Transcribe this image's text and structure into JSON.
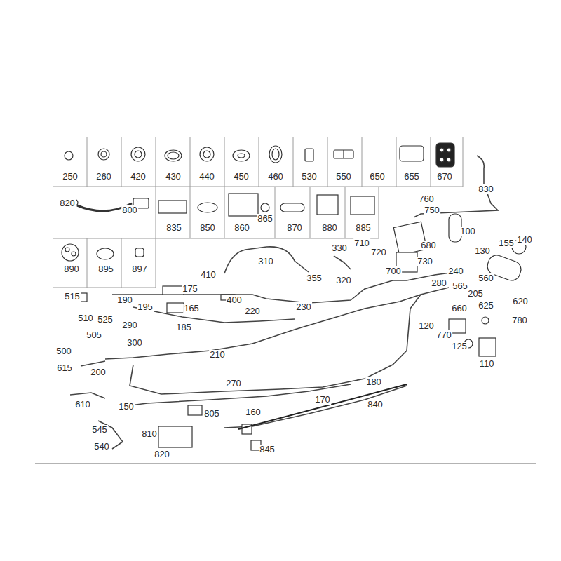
{
  "diagram": {
    "labels": [
      "250",
      "260",
      "420",
      "430",
      "440",
      "450",
      "460",
      "530",
      "550",
      "650",
      "655",
      "670",
      "820",
      "800",
      "835",
      "850",
      "860",
      "865",
      "870",
      "880",
      "885",
      "890",
      "895",
      "897",
      "830",
      "760",
      "750",
      "710",
      "720",
      "680",
      "100",
      "330",
      "310",
      "355",
      "320",
      "700",
      "730",
      "130",
      "155",
      "140",
      "410",
      "240",
      "560",
      "515",
      "190",
      "175",
      "400",
      "280",
      "565",
      "205",
      "195",
      "165",
      "230",
      "220",
      "620",
      "625",
      "660",
      "510",
      "525",
      "290",
      "185",
      "120",
      "780",
      "770",
      "300",
      "505",
      "500",
      "125",
      "210",
      "110",
      "200",
      "615",
      "270",
      "180",
      "610",
      "170",
      "840",
      "150",
      "805",
      "160",
      "545",
      "810",
      "540",
      "820",
      "845"
    ]
  }
}
